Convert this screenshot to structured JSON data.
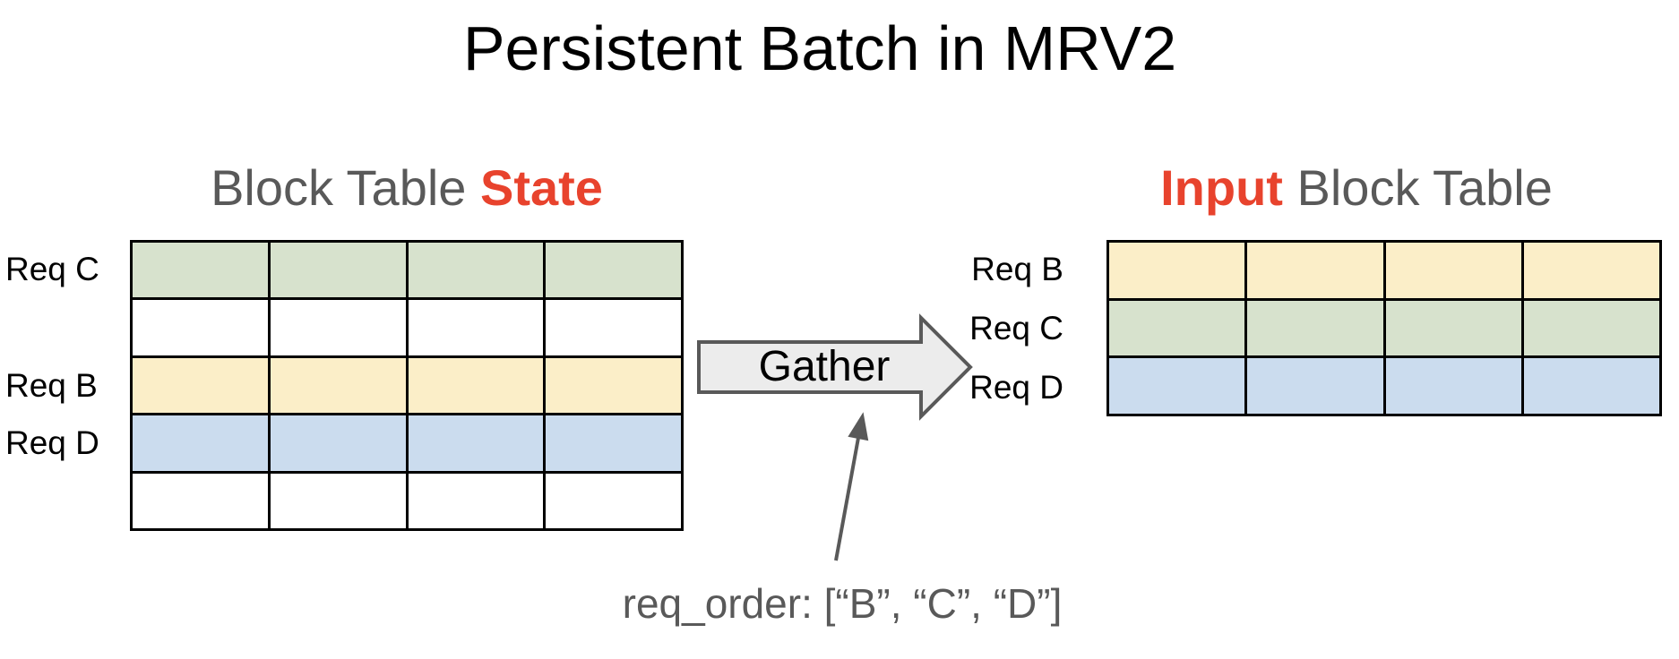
{
  "title": "Persistent Batch in MRV2",
  "colors": {
    "red": "#E8432D",
    "gray_text": "#595959",
    "green": "#D7E2CD",
    "yellow": "#FBEEC8",
    "blue": "#CBDCEE",
    "white": "#FFFFFF",
    "arrow_fill": "#ECECEC",
    "arrow_stroke": "#595959",
    "annotation_arrow": "#595959"
  },
  "left_table": {
    "heading": {
      "normal": "Block Table ",
      "highlight": "State"
    },
    "columns": 4,
    "rows": [
      {
        "label": "Req C",
        "color_key": "green"
      },
      {
        "label": "",
        "color_key": "white"
      },
      {
        "label": "Req B",
        "color_key": "yellow"
      },
      {
        "label": "Req D",
        "color_key": "blue"
      },
      {
        "label": "",
        "color_key": "white"
      }
    ]
  },
  "right_table": {
    "heading": {
      "highlight": "Input",
      "normal": " Block Table"
    },
    "columns": 4,
    "rows": [
      {
        "label": "Req B",
        "color_key": "yellow"
      },
      {
        "label": "Req C",
        "color_key": "green"
      },
      {
        "label": "Req D",
        "color_key": "blue"
      }
    ]
  },
  "gather_arrow": {
    "label": "Gather"
  },
  "annotation": {
    "text": "req_order: [“B”, “C”, “D”]"
  }
}
